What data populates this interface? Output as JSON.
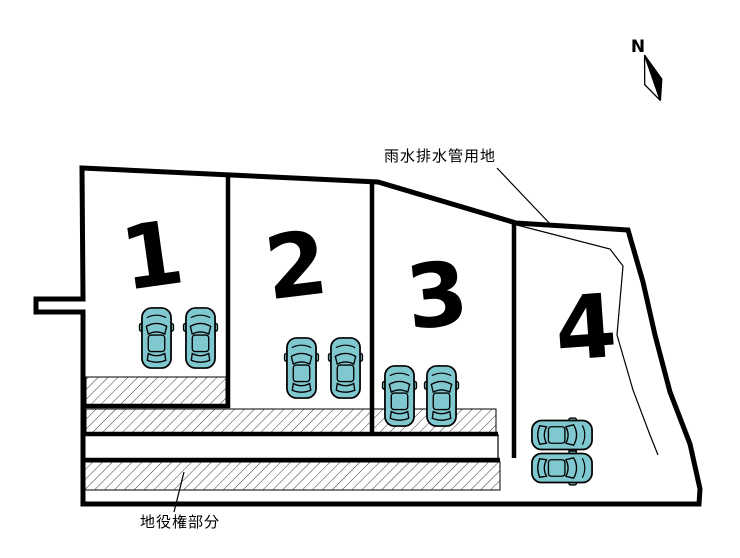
{
  "diagram": {
    "title": "parking-lot-layout-plan",
    "compass_n": "N",
    "drainage_label": "雨水排水管用地",
    "easement_label": "地役権部分",
    "lots": [
      {
        "number": "1",
        "cars": 2
      },
      {
        "number": "2",
        "cars": 2
      },
      {
        "number": "3",
        "cars": 2
      },
      {
        "number": "4",
        "cars": 2
      }
    ],
    "colors": {
      "car_fill": "#80c8cf",
      "line": "#000000",
      "hatch": "#3a3a3a",
      "background": "#ffffff"
    }
  }
}
